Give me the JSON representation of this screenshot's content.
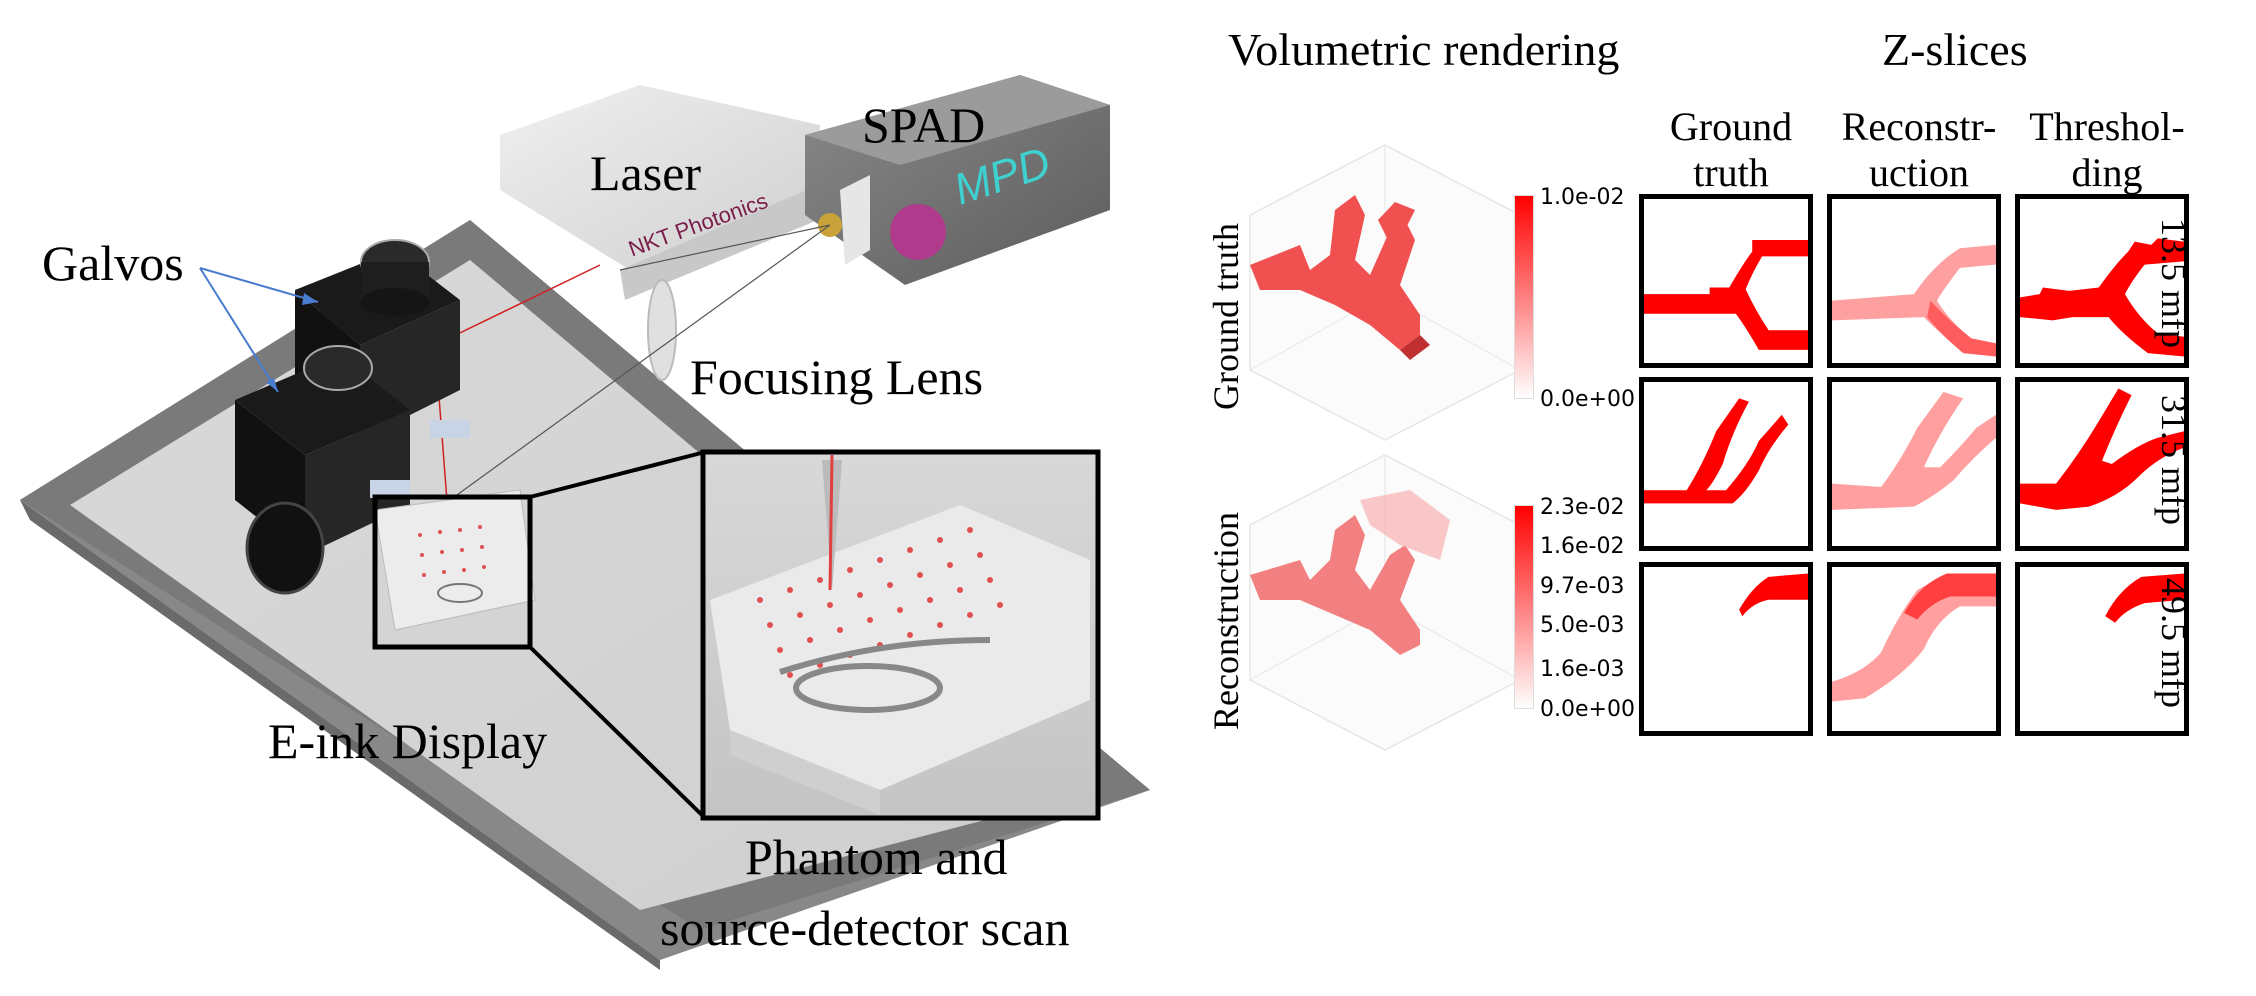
{
  "left_panel": {
    "labels": {
      "galvos": "Galvos",
      "laser": "Laser",
      "spad": "SPAD",
      "focusing_lens": "Focusing Lens",
      "eink": "E-ink Display",
      "phantom_line1": "Phantom and",
      "phantom_line2": "source-detector scan",
      "laser_brand": "NKT Photonics",
      "spad_brand": "MPD"
    }
  },
  "right_panel": {
    "vol_title": "Volumetric rendering",
    "z_title": "Z-slices",
    "columns": [
      {
        "line1": "Ground",
        "line2": "truth"
      },
      {
        "line1": "Reconstr-",
        "line2": "uction"
      },
      {
        "line1": "Threshol-",
        "line2": "ding"
      }
    ],
    "rows": [
      "13.5 mfp",
      "31.5 mfp",
      "49.5 mfp"
    ],
    "vol_rows": [
      "Ground truth",
      "Reconstruction"
    ],
    "colorbar_top": [
      "1.0e-02",
      "0.0e+00"
    ],
    "colorbar_bottom": [
      "2.3e-02",
      "1.6e-02",
      "9.7e-03",
      "5.0e-03",
      "1.6e-03",
      "0.0e+00"
    ],
    "accent_color": "#ff0000"
  }
}
